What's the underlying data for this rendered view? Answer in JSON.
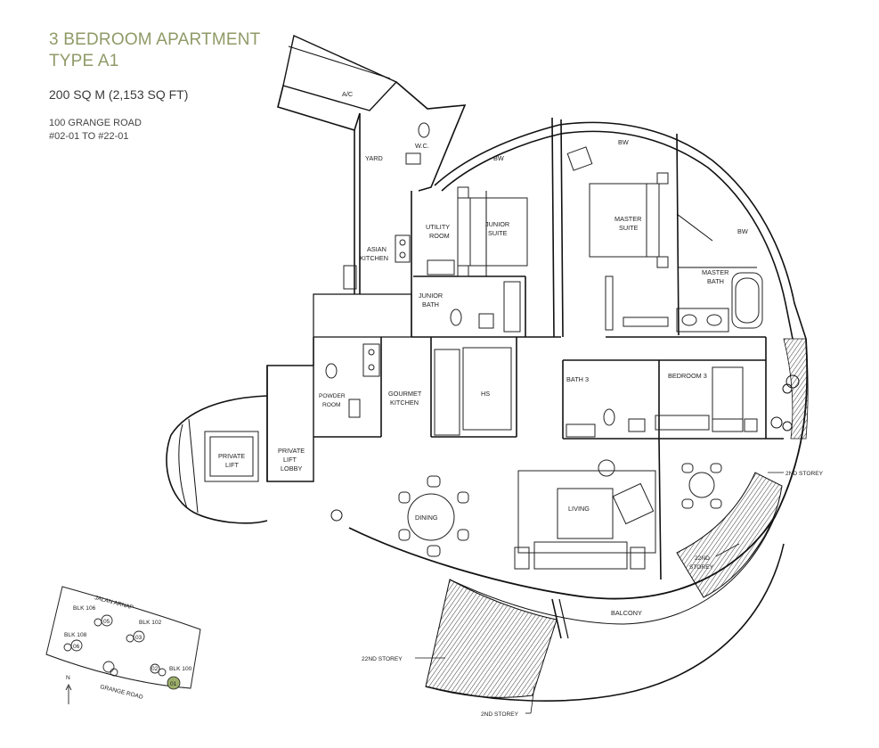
{
  "header": {
    "title_line1": "3 BEDROOM APARTMENT",
    "title_line2": "TYPE A1",
    "area": "200 SQ M (2,153 SQ FT)",
    "address_line1": "100 GRANGE ROAD",
    "address_line2": "#02-01 TO #22-01"
  },
  "rooms": {
    "ac": "A/C",
    "wc": "W.C.",
    "yard": "YARD",
    "bw": "BW",
    "utility_line1": "UTILITY",
    "utility_line2": "ROOM",
    "junior_suite_line1": "JUNIOR",
    "junior_suite_line2": "SUITE",
    "master_suite_line1": "MASTER",
    "master_suite_line2": "SUITE",
    "master_bath_line1": "MASTER",
    "master_bath_line2": "BATH",
    "asian_kitchen_line1": "ASIAN",
    "asian_kitchen_line2": "KITCHEN",
    "junior_bath_line1": "JUNIOR",
    "junior_bath_line2": "BATH",
    "powder_line1": "POWDER",
    "powder_line2": "ROOM",
    "gourmet_line1": "GOURMET",
    "gourmet_line2": "KITCHEN",
    "hs": "HS",
    "bath3": "BATH 3",
    "bedroom3": "BEDROOM 3",
    "private_lift_line1": "PRIVATE",
    "private_lift_line2": "LIFT",
    "lift_lobby_line1": "PRIVATE",
    "lift_lobby_line2": "LIFT",
    "lift_lobby_line3": "LOBBY",
    "dining": "DINING",
    "living": "LIVING",
    "balcony": "BALCONY"
  },
  "annotations": {
    "second_storey": "2ND STOREY",
    "twentysecond_storey": "22ND STOREY",
    "twentysecond_line1": "22ND",
    "twentysecond_line2": "STOREY"
  },
  "keyplan": {
    "street_top": "JALAN ARNAP",
    "street_bottom": "GRANGE ROAD",
    "blk106": "BLK 106",
    "blk102": "BLK 102",
    "blk108": "BLK 108",
    "blk100": "BLK 100",
    "unit05": "05",
    "unit03": "03",
    "unit06": "06",
    "unit02": "02",
    "unit01": "01",
    "north": "N",
    "highlight_color": "#9caf6a"
  }
}
